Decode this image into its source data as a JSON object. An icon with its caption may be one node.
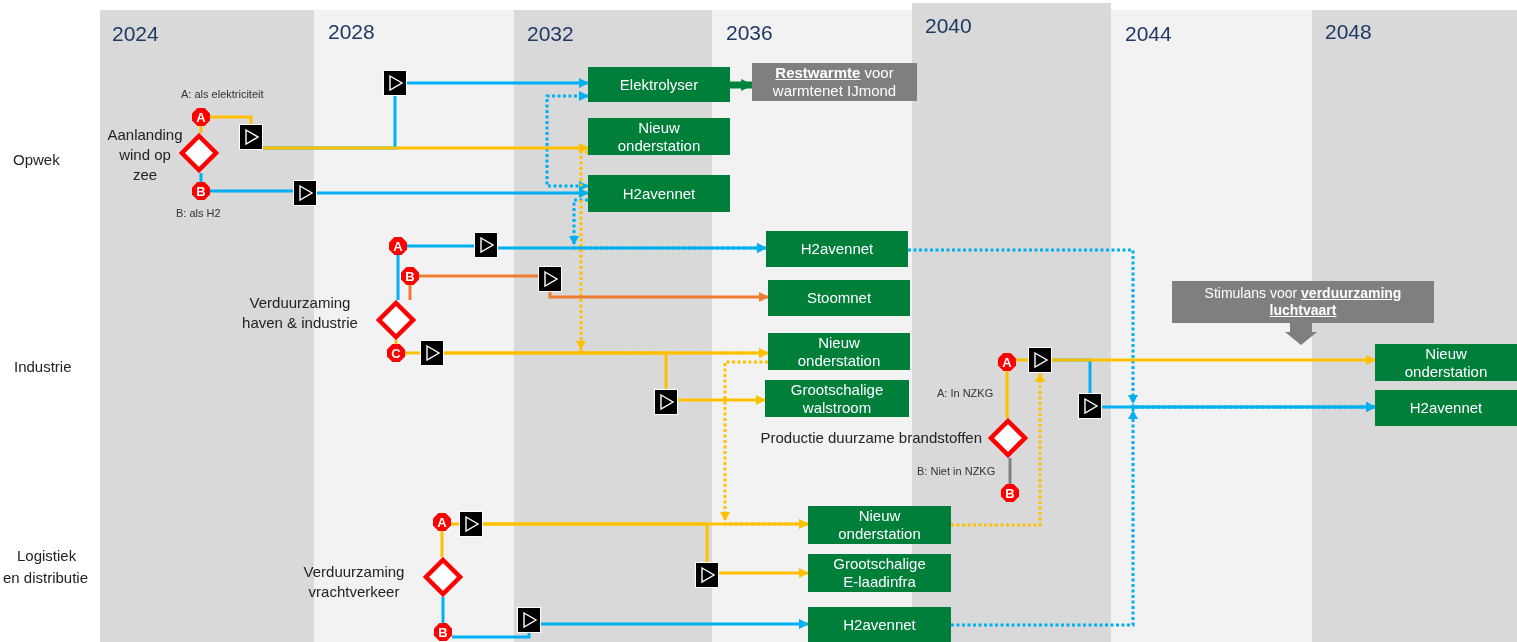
{
  "diagram": {
    "nodes": [
      {
        "text": [
          "Aanlanding wind op zee"
        ]
      },
      {
        "text": [
          "A"
        ],
        "beside": [
          "A: als elektriciteit"
        ]
      },
      {
        "text": [
          "B"
        ],
        "beside": [
          "B: als H2"
        ]
      },
      {
        "text": [],
        "shape": "box"
      },
      {
        "text": [],
        "shape": "box"
      },
      {
        "text": [],
        "shape": "box"
      },
      {
        "text": [
          "Elektrolyser"
        ]
      },
      {
        "text": [
          "Nieuw onderstation"
        ]
      },
      {
        "text": [
          "H2avennet"
        ]
      },
      {
        "text": [
          "**Restwarmte** voor warmtenet IJmond"
        ]
      },
      {
        "text": [
          "Verduurzaming haven & industrie"
        ]
      },
      {
        "text": [
          "A"
        ]
      },
      {
        "text": [
          "B"
        ]
      },
      {
        "text": [
          "C"
        ]
      },
      {
        "text": [],
        "shape": "box"
      },
      {
        "text": [],
        "shape": "box"
      },
      {
        "text": [],
        "shape": "box"
      },
      {
        "text": [
          "H2avennet"
        ]
      },
      {
        "text": [
          "Stoomnet"
        ]
      },
      {
        "text": [
          "Nieuw onderstation"
        ]
      },
      {
        "text": [],
        "shape": "box"
      },
      {
        "text": [
          "Grootschalige walstroom"
        ]
      },
      {
        "text": [
          "Stimulans voor **verduurzaming luchtvaart**"
        ]
      },
      {
        "text": [
          "A"
        ],
        "beside": [
          "A: In NZKG"
        ]
      },
      {
        "text": [],
        "shape": "box"
      },
      {
        "text": [
          "Nieuw onderstation"
        ]
      },
      {
        "text": [],
        "shape": "box"
      },
      {
        "text": [
          "H2avennet"
        ]
      },
      {
        "text": [
          "Productie duurzame brandstoffen"
        ]
      },
      {
        "text": [
          "B"
        ],
        "beside": [
          "B: Niet in NZKG"
        ]
      },
      {
        "text": [
          "A"
        ]
      },
      {
        "text": [],
        "shape": "box"
      },
      {
        "text": [
          "Nieuw onderstation"
        ]
      },
      {
        "text": [
          "Verduurzaming vrachtverkeer"
        ]
      },
      {
        "text": [],
        "shape": "box"
      },
      {
        "text": [
          "Grootschalige E-laadinfra"
        ]
      },
      {
        "text": [
          "B"
        ]
      },
      {
        "text": [],
        "shape": "box"
      },
      {
        "text": [
          "H2avennet"
        ]
      }
    ],
    "edges": [
      {
        "from": 3,
        "to": 4,
        "arrow": "none",
        "color": "#00b0f0"
      },
      {
        "from": 16,
        "to": 20,
        "arrow": "none"
      },
      {
        "from": 24,
        "to": 26,
        "arrow": "none",
        "color": "#00b0f0"
      },
      {
        "from": 31,
        "to": 34,
        "arrow": "none"
      },
      {
        "from": 0,
        "to": 1,
        "arrow": "none"
      },
      {
        "from": 0,
        "to": 2,
        "arrow": "none",
        "color": "#00b0f0"
      },
      {
        "from": 1,
        "to": 3,
        "arrow": "none"
      },
      {
        "from": 3,
        "to": 7,
        "arrow": "to"
      },
      {
        "from": 4,
        "to": 6,
        "arrow": "to",
        "color": "#00b0f0"
      },
      {
        "from": 2,
        "to": 5,
        "arrow": "none",
        "color": "#00b0f0"
      },
      {
        "from": 5,
        "to": 8,
        "arrow": "to",
        "color": "#00b0f0"
      },
      {
        "from": 6,
        "to": 8,
        "arrow": "both",
        "style": "dashed",
        "color": "#00b0f0"
      },
      {
        "from": 6,
        "to": 9,
        "arrow": "to",
        "style": "thick",
        "color": "#00843d"
      },
      {
        "from": 8,
        "to": 17,
        "arrow": "to",
        "style": "dashed",
        "color": "#00b0f0"
      },
      {
        "from": 7,
        "to": 19,
        "arrow": "to",
        "style": "dashed"
      },
      {
        "from": 10,
        "to": 11,
        "arrow": "none",
        "color": "#00b0f0"
      },
      {
        "from": 10,
        "to": 12,
        "arrow": "none",
        "color": "#ed7d31"
      },
      {
        "from": 10,
        "to": 13,
        "arrow": "none"
      },
      {
        "from": 11,
        "to": 14,
        "arrow": "none",
        "color": "#00b0f0"
      },
      {
        "from": 14,
        "to": 17,
        "arrow": "to",
        "color": "#00b0f0"
      },
      {
        "from": 12,
        "to": 15,
        "arrow": "none",
        "color": "#ed7d31"
      },
      {
        "from": 15,
        "to": 18,
        "arrow": "to",
        "color": "#ed7d31"
      },
      {
        "from": 13,
        "to": 16,
        "arrow": "none"
      },
      {
        "from": 16,
        "to": 19,
        "arrow": "to"
      },
      {
        "from": 20,
        "to": 21,
        "arrow": "to"
      },
      {
        "from": 17,
        "to": 27,
        "arrow": "to",
        "style": "dashed",
        "color": "#00b0f0"
      },
      {
        "from": 19,
        "to": 32,
        "arrow": "to",
        "style": "dashed"
      },
      {
        "from": 28,
        "to": 23,
        "arrow": "none"
      },
      {
        "from": 28,
        "to": 29,
        "arrow": "none",
        "color": "#7f7f7f"
      },
      {
        "from": 23,
        "to": 24,
        "arrow": "none"
      },
      {
        "from": 24,
        "to": 25,
        "arrow": "to"
      },
      {
        "from": 26,
        "to": 27,
        "arrow": "to",
        "color": "#00b0f0"
      },
      {
        "from": 32,
        "to": 24,
        "arrow": "to",
        "style": "dashed"
      },
      {
        "from": 38,
        "to": 27,
        "arrow": "to",
        "style": "dashed",
        "color": "#00b0f0"
      },
      {
        "from": 33,
        "to": 30,
        "arrow": "none"
      },
      {
        "from": 33,
        "to": 36,
        "arrow": "none",
        "color": "#00b0f0"
      },
      {
        "from": 30,
        "to": 31,
        "arrow": "none"
      },
      {
        "from": 31,
        "to": 32,
        "arrow": "to"
      },
      {
        "from": 34,
        "to": 35,
        "arrow": "to"
      },
      {
        "from": 36,
        "to": 37,
        "arrow": "none",
        "color": "#00b0f0"
      },
      {
        "from": 37,
        "to": 38,
        "arrow": "to",
        "color": "#00b0f0"
      }
    ],
    "labels": [
      "2024",
      "2028",
      "2032",
      "2036",
      "2040",
      "2044",
      "2048",
      "Opwek",
      "Industrie",
      "Logistiek en distributie"
    ]
  }
}
